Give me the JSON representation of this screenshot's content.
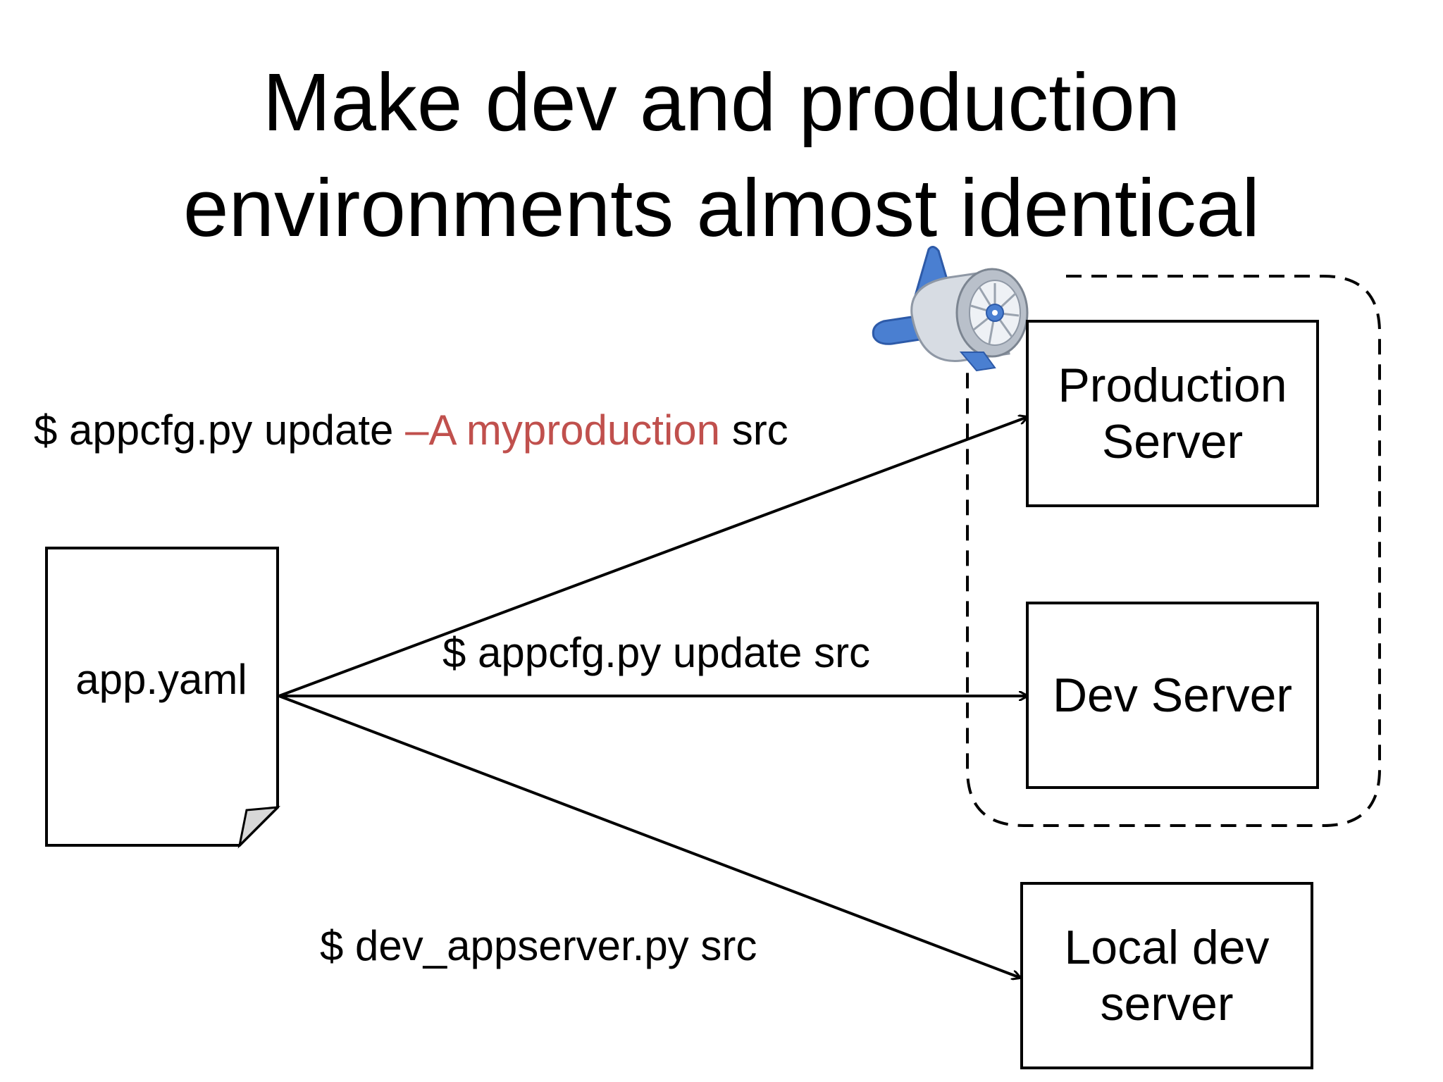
{
  "title": {
    "line1": "Make dev and production",
    "line2": "environments almost identical"
  },
  "file": {
    "label": "app.yaml"
  },
  "servers": {
    "production": {
      "line1": "Production",
      "line2": "Server"
    },
    "dev": {
      "label": "Dev Server"
    },
    "local": {
      "line1": "Local dev",
      "line2": "server"
    }
  },
  "commands": {
    "production": {
      "prefix": "$ appcfg.py update ",
      "highlight": "–A myproduction",
      "suffix": " src"
    },
    "dev": "$ appcfg.py update src",
    "local": "$ dev_appserver.py src"
  },
  "icons": {
    "app_engine": "app-engine-logo-icon"
  },
  "colors": {
    "highlight": "#c0504d",
    "logo_blue": "#4a7fd1",
    "logo_grey": "#c9ced6"
  }
}
